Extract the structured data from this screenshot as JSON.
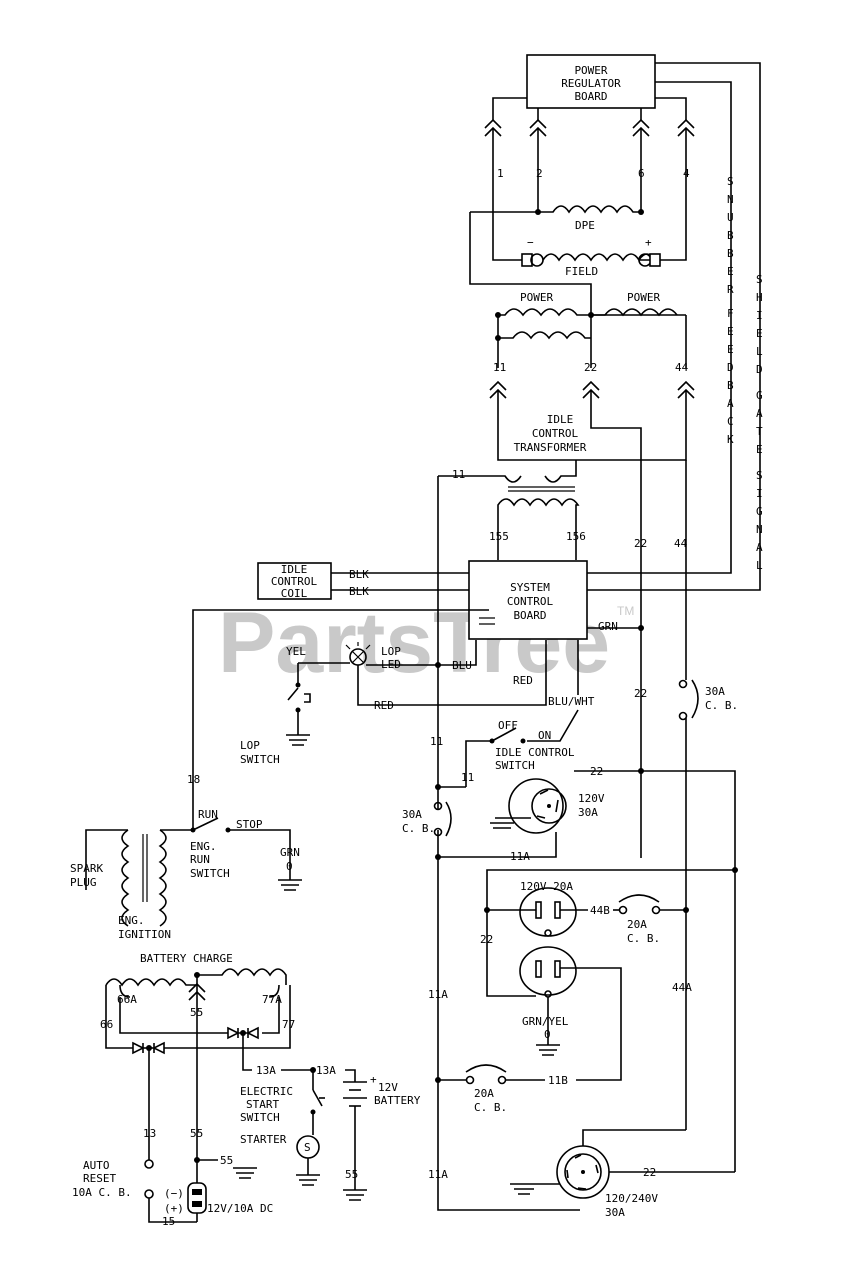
{
  "watermark": {
    "text": "PartsTree",
    "tm": "TM"
  },
  "components": {
    "power_regulator_board": [
      "POWER",
      "REGULATOR",
      "BOARD"
    ],
    "dpe": "DPE",
    "field": "FIELD",
    "field_minus": "−",
    "field_plus": "+",
    "power_left": "POWER",
    "power_right": "POWER",
    "idle_control_transformer": [
      "IDLE",
      "CONTROL",
      "TRANSFORMER"
    ],
    "system_control_board": [
      "SYSTEM",
      "CONTROL",
      "BOARD"
    ],
    "idle_control_coil": [
      "IDLE",
      "CONTROL",
      "COIL"
    ],
    "snubber_feedback": "SNUBBER FEEDBACK",
    "shield_gate_signal": "SHIELD GATE SIGNAL",
    "lop_led": [
      "LOP",
      "LED"
    ],
    "lop_switch": [
      "LOP",
      "SWITCH"
    ],
    "idle_control_switch": [
      "IDLE CONTROL",
      "SWITCH"
    ],
    "off": "OFF",
    "on": "ON",
    "spark_plug": [
      "SPARK",
      "PLUG"
    ],
    "eng_ignition": [
      "ENG.",
      "IGNITION"
    ],
    "run": "RUN",
    "stop": "STOP",
    "eng_run_switch": [
      "ENG.",
      "RUN",
      "SWITCH"
    ],
    "grn_0": [
      "GRN",
      "0"
    ],
    "battery_charge": "BATTERY CHARGE",
    "electric_start_switch": [
      "ELECTRIC",
      "START",
      "SWITCH"
    ],
    "starter": "STARTER",
    "starter_symbol": "S",
    "battery": [
      "12V",
      "BATTERY"
    ],
    "battery_plus": "+",
    "auto_reset": [
      "AUTO",
      "RESET",
      "10A C. B."
    ],
    "dc_outlet": "12V/10A DC",
    "dc_minus": "(−)",
    "dc_plus": "(+)",
    "outlet_120v_30a": [
      "120V",
      "30A"
    ],
    "cb_30a_left": [
      "30A",
      "C. B."
    ],
    "cb_30a_right": [
      "30A",
      "C. B."
    ],
    "outlet_120v_20a": "120V  20A",
    "cb_20a_right": [
      "20A",
      "C. B."
    ],
    "cb_20a_bottom": [
      "20A",
      "C. B."
    ],
    "grn_yel": [
      "GRN/YEL",
      "0"
    ],
    "outlet_120_240v": [
      "120/240V",
      "30A"
    ]
  },
  "wire_labels": {
    "w1": "1",
    "w2": "2",
    "w6": "6",
    "w4": "4",
    "w11": "11",
    "w22": "22",
    "w44": "44",
    "w155": "155",
    "w156": "156",
    "w18": "18",
    "w11a": "11A",
    "w11b": "11B",
    "w44b": "44B",
    "w44a": "44A",
    "w66": "66",
    "w66a": "66A",
    "w77": "77",
    "w77a": "77A",
    "w55": "55",
    "w13": "13",
    "w13a": "13A",
    "w15": "15",
    "blk": "BLK",
    "grn": "GRN",
    "blu": "BLU",
    "red": "RED",
    "yel": "YEL",
    "blu_wht": "BLU/WHT"
  }
}
